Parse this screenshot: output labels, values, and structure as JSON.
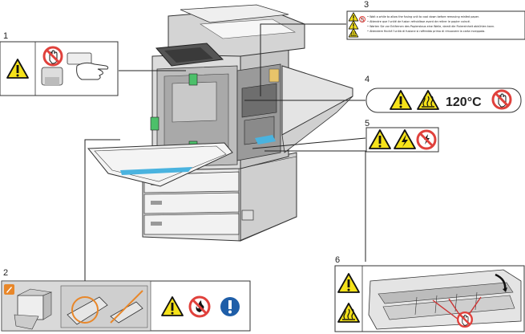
{
  "callouts": [
    {
      "id": "1",
      "label": "1"
    },
    {
      "id": "2",
      "label": "2"
    },
    {
      "id": "3",
      "label": "3"
    },
    {
      "id": "4",
      "label": "4"
    },
    {
      "id": "5",
      "label": "5"
    },
    {
      "id": "6",
      "label": "6"
    }
  ],
  "label3_lines": [
    "• Wait a while to allow the fusing unit to cool down before removing misfed paper.",
    "• Attendre que l'unité de fusion refroidisse avant de retirer le papier coincé.",
    "• Warten Sie vor Entfernen des Papierstaus eine Weile, damit die Fixiereinheit abkühlen kann.",
    "• Attendere finché l'unità di fusione si raffredda prima di rimuovere la carta inceppata."
  ],
  "temperature": "120°C",
  "colors": {
    "warning_yellow": "#f5e21a",
    "prohibit_red": "#e0413c",
    "mandatory_blue": "#1f5ea8",
    "highlight_orange": "#e8872a",
    "panel_gray": "#d9d9d9",
    "accent_blue": "#4ab3df",
    "accent_green": "#4cc06a"
  },
  "icons": {
    "warning": "warning-triangle-icon",
    "hot_surface": "hot-surface-icon",
    "no_touch": "no-touch-icon",
    "no_fire": "no-fire-icon",
    "mandatory": "mandatory-action-icon",
    "electric": "electric-shock-icon",
    "note": "note-icon"
  }
}
